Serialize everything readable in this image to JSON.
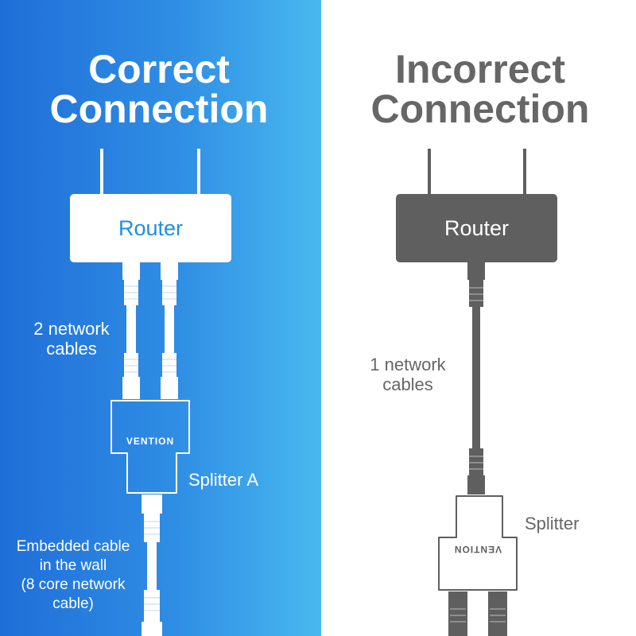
{
  "left_panel": {
    "title_line1": "Correct",
    "title_line2": "Connection",
    "router_label": "Router",
    "cables_label_line1": "2 network",
    "cables_label_line2": "cables",
    "splitter_label": "Splitter A",
    "splitter_brand": "VENTION",
    "embedded_line1": "Embedded cable",
    "embedded_line2": "in the wall",
    "embedded_line3": "(8 core network",
    "embedded_line4": "cable)"
  },
  "right_panel": {
    "title_line1": "Incorrect",
    "title_line2": "Connection",
    "router_label": "Router",
    "cables_label_line1": "1 network",
    "cables_label_line2": "cables",
    "splitter_label": "Splitter",
    "splitter_brand": "VENTION"
  },
  "colors": {
    "left_gradient_start": "#1f6ed8",
    "left_gradient_end": "#49b8ef",
    "router_text_blue": "#1e8fe0",
    "incorrect_gray": "#666666",
    "router_box_gray": "#5f5f5f"
  }
}
